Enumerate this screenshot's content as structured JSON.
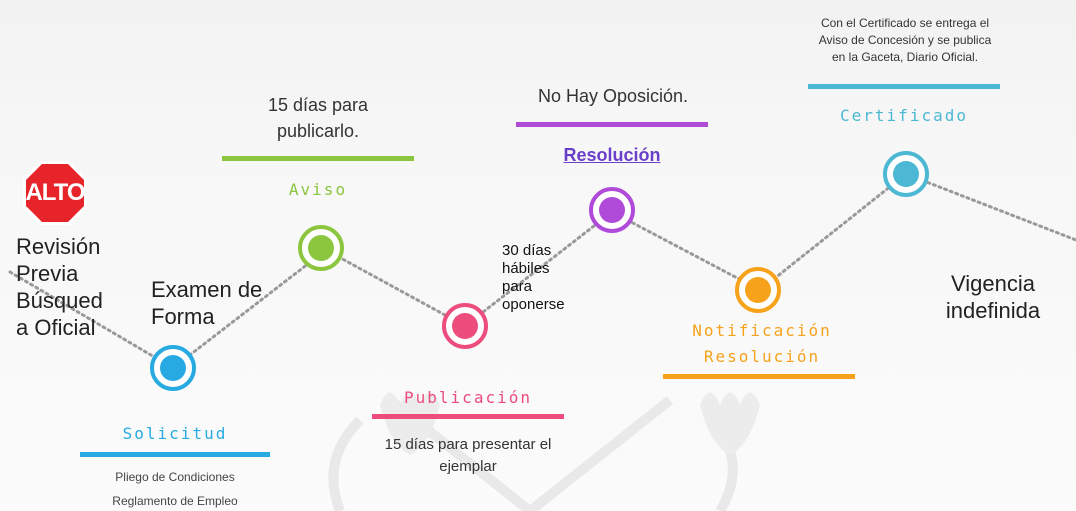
{
  "stop_sign": {
    "text": "ALTO",
    "color": "#e8242b"
  },
  "revision": {
    "lines": [
      "Revisión",
      "Previa",
      "Búsqued",
      "a Oficial"
    ]
  },
  "examen": {
    "lines": [
      "Examen de",
      "Forma"
    ]
  },
  "solicitud": {
    "label": "Solicitud",
    "color": "#27aae1",
    "notes": [
      "Pliego de Condiciones",
      "Reglamento de Empleo"
    ]
  },
  "aviso": {
    "label": "Aviso",
    "color": "#8cc63f",
    "note_lines": [
      "15 días para",
      "publicarlo."
    ]
  },
  "publicacion": {
    "label": "Publicación",
    "color": "#ec4d7c",
    "note_lines": [
      "15 días para presentar el",
      "ejemplar"
    ]
  },
  "oposicion_periodo": {
    "lines": [
      "30 días",
      "hábiles",
      "para",
      "oponerse"
    ]
  },
  "resolucion": {
    "label": "Resolución",
    "color": "#b04bd9",
    "label_color": "#6a3fc9",
    "note": "No Hay Oposición."
  },
  "notificacion": {
    "label_lines": [
      "Notificación",
      "Resolución"
    ],
    "color": "#f7a21b"
  },
  "certificado": {
    "label": "Certificado",
    "color": "#4db8d3",
    "note_lines": [
      "Con el Certificado se entrega el",
      "Aviso de Concesión y se publica",
      "en la Gaceta, Diario Oficial."
    ]
  },
  "vigencia": {
    "lines": [
      "Vigencia",
      "indefinida"
    ]
  }
}
